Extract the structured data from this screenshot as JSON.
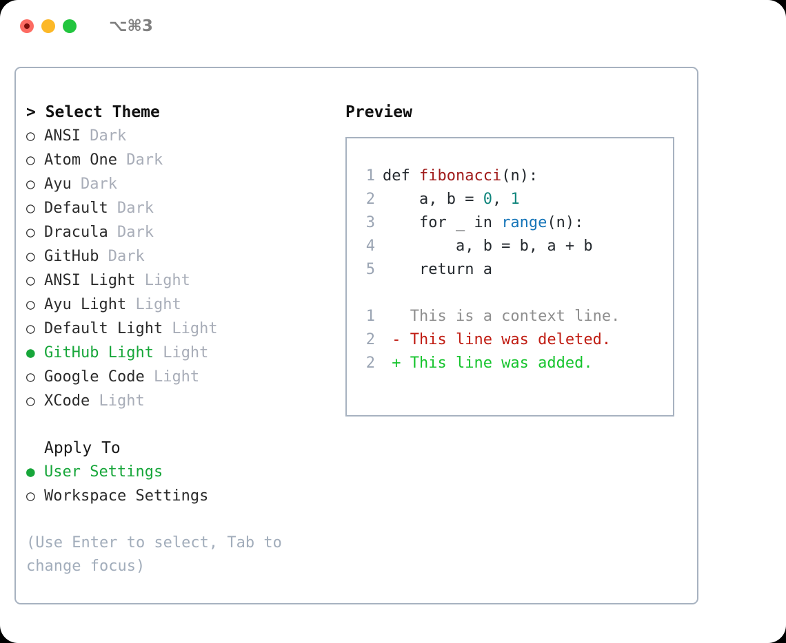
{
  "titlebar": {
    "shortcut": "⌥⌘3",
    "lights": [
      {
        "name": "close",
        "color": "#fd6b62"
      },
      {
        "name": "minimize",
        "color": "#fcb827"
      },
      {
        "name": "zoom",
        "color": "#22c53e"
      }
    ]
  },
  "theme_section": {
    "prompt": "> ",
    "title": "Select Theme",
    "items": [
      {
        "marker": "○",
        "label": "ANSI",
        "suffix": "Dark",
        "selected": false
      },
      {
        "marker": "○",
        "label": "Atom One",
        "suffix": "Dark",
        "selected": false
      },
      {
        "marker": "○",
        "label": "Ayu",
        "suffix": "Dark",
        "selected": false
      },
      {
        "marker": "○",
        "label": "Default",
        "suffix": "Dark",
        "selected": false
      },
      {
        "marker": "○",
        "label": "Dracula",
        "suffix": "Dark",
        "selected": false
      },
      {
        "marker": "○",
        "label": "GitHub",
        "suffix": "Dark",
        "selected": false
      },
      {
        "marker": "○",
        "label": "ANSI Light",
        "suffix": "Light",
        "selected": false
      },
      {
        "marker": "○",
        "label": "Ayu Light",
        "suffix": "Light",
        "selected": false
      },
      {
        "marker": "○",
        "label": "Default Light",
        "suffix": "Light",
        "selected": false
      },
      {
        "marker": "●",
        "label": "GitHub Light",
        "suffix": "Light",
        "selected": true
      },
      {
        "marker": "○",
        "label": "Google Code",
        "suffix": "Light",
        "selected": false
      },
      {
        "marker": "○",
        "label": "XCode",
        "suffix": "Light",
        "selected": false
      }
    ]
  },
  "apply_section": {
    "title": "Apply To",
    "items": [
      {
        "marker": "●",
        "label": "User Settings",
        "selected": true
      },
      {
        "marker": "○",
        "label": "Workspace Settings",
        "selected": false
      }
    ]
  },
  "hint": "(Use Enter to select, Tab to change focus)",
  "preview": {
    "title": "Preview",
    "code_lines": [
      {
        "no": "1",
        "tokens": [
          {
            "t": "def ",
            "c": "plain"
          },
          {
            "t": "fibonacci",
            "c": "fn"
          },
          {
            "t": "(n):",
            "c": "plain"
          }
        ]
      },
      {
        "no": "2",
        "tokens": [
          {
            "t": "    a, b = ",
            "c": "plain"
          },
          {
            "t": "0",
            "c": "num"
          },
          {
            "t": ", ",
            "c": "plain"
          },
          {
            "t": "1",
            "c": "num"
          }
        ]
      },
      {
        "no": "3",
        "tokens": [
          {
            "t": "    for _ in ",
            "c": "plain"
          },
          {
            "t": "range",
            "c": "call"
          },
          {
            "t": "(n):",
            "c": "plain"
          }
        ]
      },
      {
        "no": "4",
        "tokens": [
          {
            "t": "        a, b = b, a + b",
            "c": "plain"
          }
        ]
      },
      {
        "no": "5",
        "tokens": [
          {
            "t": "    return a",
            "c": "plain"
          }
        ]
      }
    ],
    "diff_lines": [
      {
        "no": "1",
        "sign": " ",
        "text": " This is a context line.",
        "kind": "ctx"
      },
      {
        "no": "2",
        "sign": "-",
        "text": " This line was deleted.",
        "kind": "del"
      },
      {
        "no": "2",
        "sign": "+",
        "text": " This line was added.",
        "kind": "add"
      }
    ]
  },
  "colors": {
    "accent_green": "#17a63a",
    "muted": "#a8adb8",
    "border": "#a7b2c0",
    "diff_add": "#15c42c",
    "diff_del": "#c01c12",
    "syntax_function": "#a01b1b",
    "syntax_number": "#10857c",
    "syntax_call": "#1675b8"
  }
}
